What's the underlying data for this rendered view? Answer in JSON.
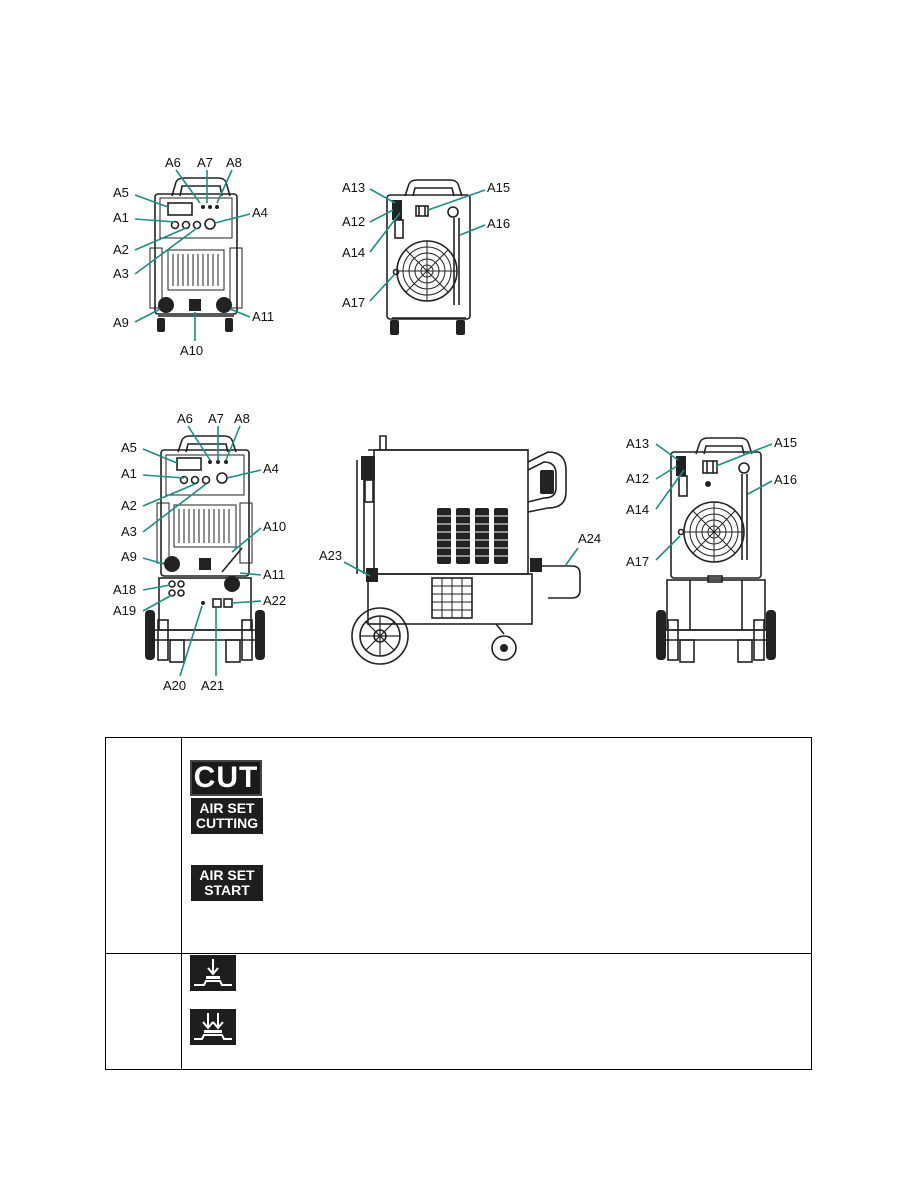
{
  "figures": {
    "fig1_labels": [
      "A6",
      "A7",
      "A8",
      "A5",
      "A1",
      "A4",
      "A2",
      "A3",
      "A9",
      "A11",
      "A10"
    ],
    "fig2_labels": [
      "A13",
      "A15",
      "A12",
      "A16",
      "A14",
      "A17"
    ],
    "fig3_labels": [
      "A6",
      "A7",
      "A8",
      "A5",
      "A1",
      "A4",
      "A2",
      "A3",
      "A10",
      "A9",
      "A11",
      "A18",
      "A19",
      "A22",
      "A20",
      "A21"
    ],
    "fig4_labels": [
      "A23",
      "A24"
    ],
    "fig5_labels": [
      "A13",
      "A15",
      "A12",
      "A16",
      "A14",
      "A17"
    ]
  },
  "table": {
    "row1_icons": [
      "CUT",
      "AIR SET",
      "CUTTING",
      "AIR SET",
      "START"
    ],
    "row2_icons": [
      "single-arrow-press-icon",
      "double-arrow-press-icon"
    ]
  }
}
